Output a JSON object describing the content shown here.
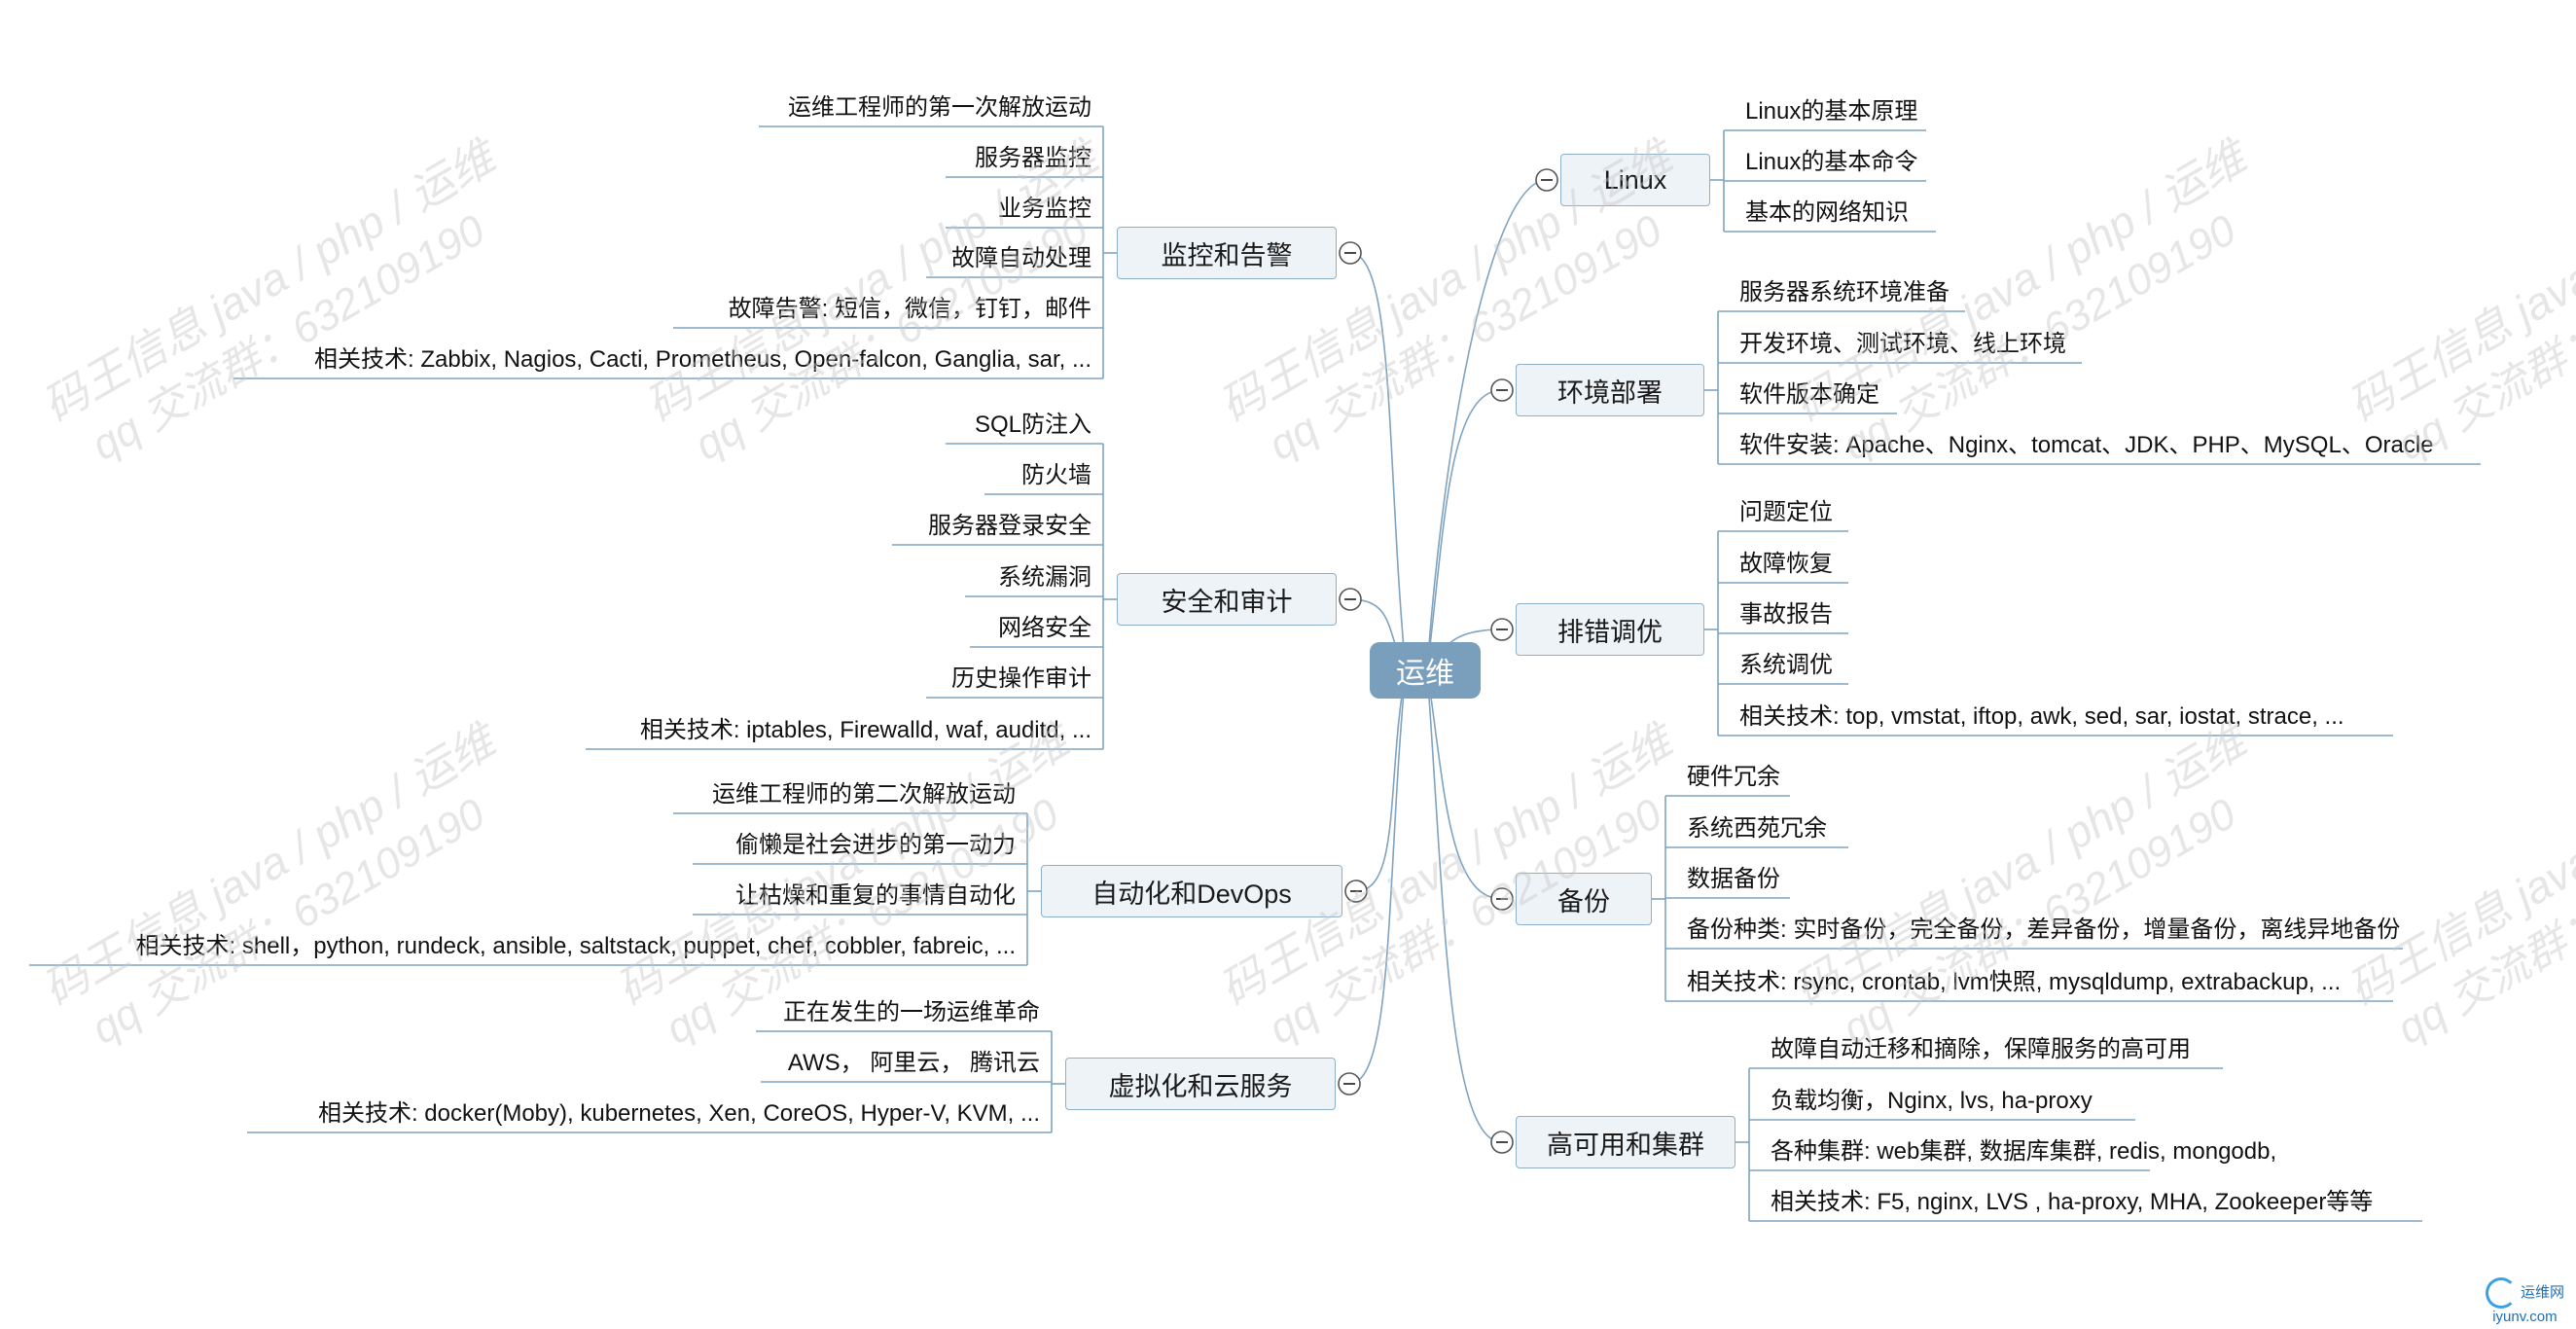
{
  "center": {
    "label": "运维"
  },
  "left_branches": [
    {
      "label": "监控和告警",
      "items": [
        "运维工程师的第一次解放运动",
        "服务器监控",
        "业务监控",
        "故障自动处理",
        "故障告警: 短信，微信，钉钉，邮件",
        "相关技术: Zabbix, Nagios, Cacti, Prometheus, Open-falcon, Ganglia, sar, ..."
      ]
    },
    {
      "label": "安全和审计",
      "items": [
        "SQL防注入",
        "防火墙",
        "服务器登录安全",
        "系统漏洞",
        "网络安全",
        "历史操作审计",
        "相关技术: iptables, Firewalld, waf, auditd, ..."
      ]
    },
    {
      "label": "自动化和DevOps",
      "items": [
        "运维工程师的第二次解放运动",
        "偷懒是社会进步的第一动力",
        "让枯燥和重复的事情自动化",
        "相关技术: shell，python, rundeck, ansible, saltstack, puppet, chef, cobbler, fabreic, ..."
      ]
    },
    {
      "label": "虚拟化和云服务",
      "items": [
        "正在发生的一场运维革命",
        "AWS， 阿里云， 腾讯云",
        "相关技术: docker(Moby), kubernetes, Xen, CoreOS, Hyper-V, KVM, ..."
      ]
    }
  ],
  "right_branches": [
    {
      "label": "Linux",
      "items": [
        "Linux的基本原理",
        "Linux的基本命令",
        "基本的网络知识"
      ]
    },
    {
      "label": "环境部署",
      "items": [
        "服务器系统环境准备",
        "开发环境、测试环境、线上环境",
        "软件版本确定",
        "软件安装:  Apache、Nginx、tomcat、JDK、PHP、MySQL、Oracle"
      ]
    },
    {
      "label": "排错调优",
      "items": [
        "问题定位",
        "故障恢复",
        "事故报告",
        "系统调优",
        "相关技术: top, vmstat, iftop, awk, sed, sar, iostat, strace, ..."
      ]
    },
    {
      "label": "备份",
      "items": [
        "硬件冗余",
        "系统西苑冗余",
        "数据备份",
        "备份种类: 实时备份，完全备份，差异备份，增量备份，离线异地备份",
        "相关技术: rsync, crontab, lvm快照, mysqldump, extrabackup, ..."
      ]
    },
    {
      "label": "高可用和集群",
      "items": [
        "故障自动迁移和摘除，保障服务的高可用",
        "负载均衡，Nginx, lvs, ha-proxy",
        "各种集群: web集群, 数据库集群, redis, mongodb,",
        "相关技术: F5, nginx, LVS , ha-proxy, MHA, Zookeeper等等"
      ]
    }
  ],
  "watermark": {
    "line1": "码王信息 java / php / 运维",
    "line2": "qq 交流群：632109190"
  },
  "logo": {
    "text1": "运维网",
    "text2": "iyunv.com"
  },
  "colors": {
    "line": "#7fa3c0",
    "branch_fill": "#eef3f8",
    "center_fill": "#7a9fbd"
  }
}
